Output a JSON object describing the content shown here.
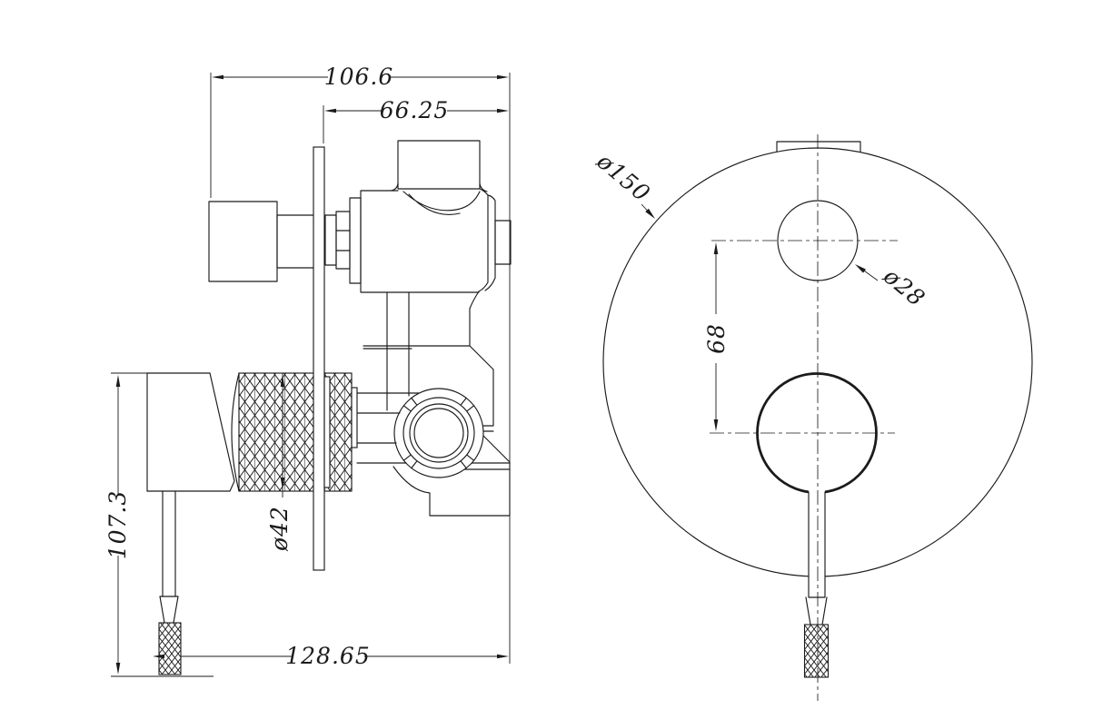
{
  "drawing": {
    "background": "#ffffff",
    "line_color": "#1b1b1b",
    "side_view": {
      "dims": {
        "overall_width": "106.6",
        "plate_to_body": "66.25",
        "handle_height": "107.3",
        "overall_depth": "128.65",
        "knob_diameter": "ø42"
      }
    },
    "front_view": {
      "dims": {
        "plate_diameter": "ø150",
        "diverter_diameter": "ø28",
        "hole_spacing": "68"
      }
    }
  }
}
